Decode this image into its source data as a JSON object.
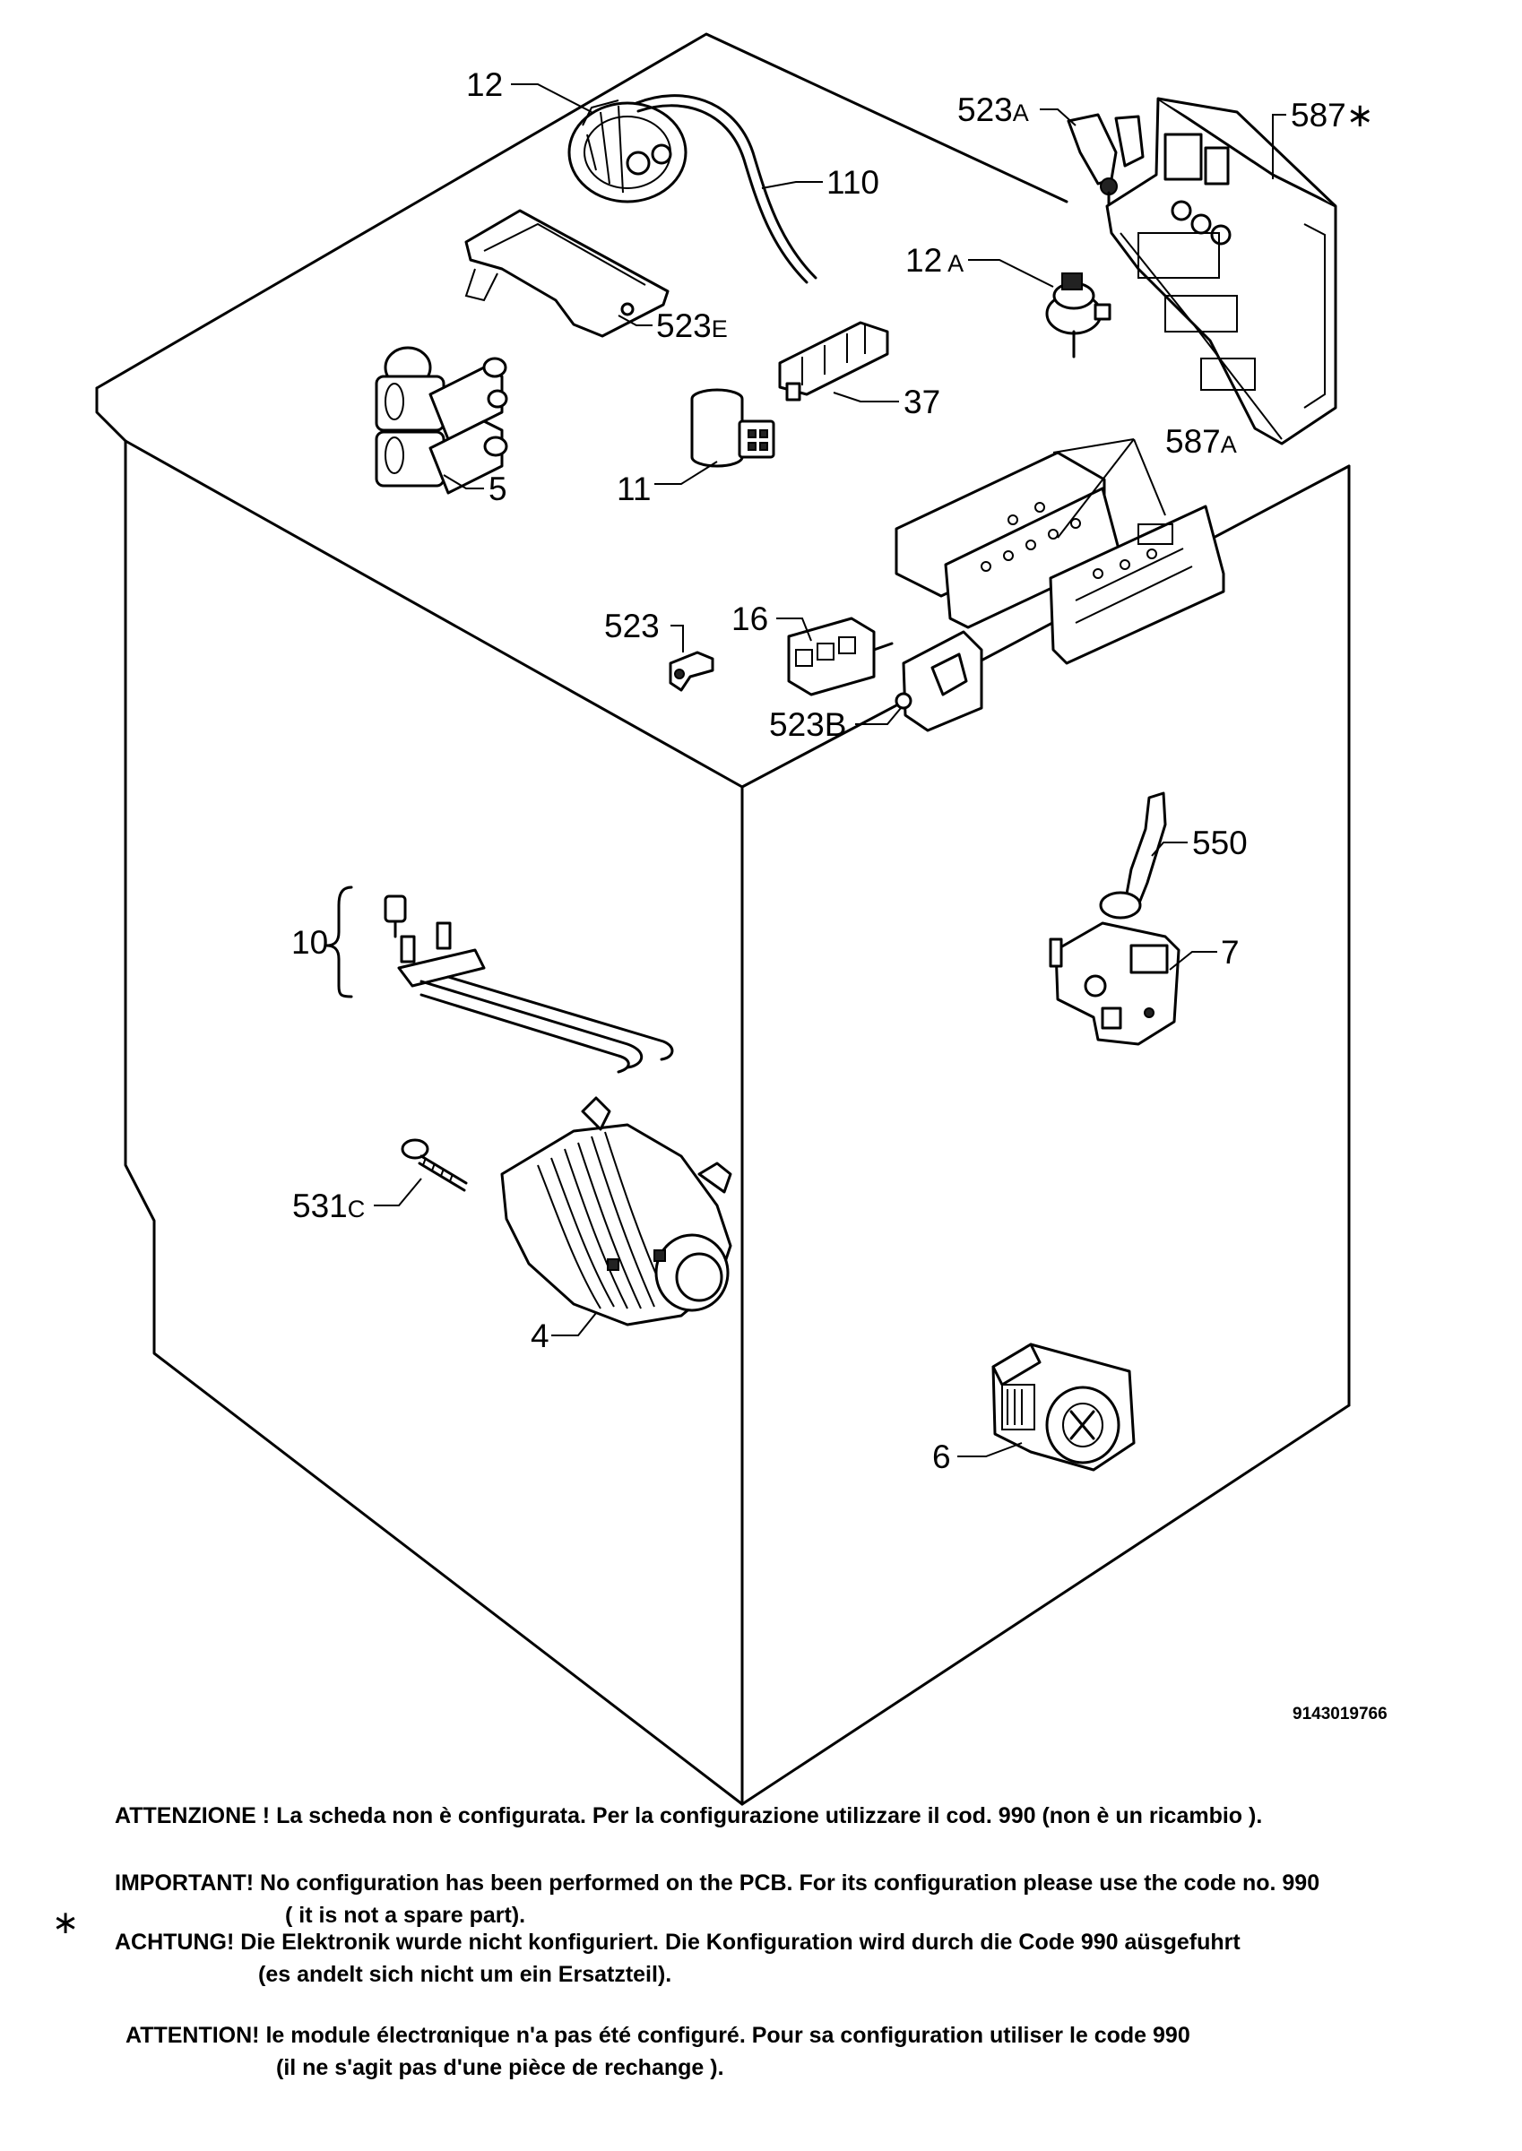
{
  "diagram": {
    "doc_id": "9143019766",
    "parts": [
      {
        "id": "12"
      },
      {
        "id": "110"
      },
      {
        "id": "523E"
      },
      {
        "id": "5"
      },
      {
        "id": "11"
      },
      {
        "id": "37"
      },
      {
        "id": "12A"
      },
      {
        "id": "523A"
      },
      {
        "id": "587*"
      },
      {
        "id": "587A"
      },
      {
        "id": "523"
      },
      {
        "id": "16"
      },
      {
        "id": "523B"
      },
      {
        "id": "10"
      },
      {
        "id": "550"
      },
      {
        "id": "7"
      },
      {
        "id": "531C"
      },
      {
        "id": "4"
      },
      {
        "id": "6"
      }
    ],
    "labels": {
      "p12": "12",
      "p110": "110",
      "p523e_num": "523",
      "p523e_suf": "E",
      "p5": "5",
      "p11": "11",
      "p37": "37",
      "p12a_num": "12",
      "p12a_suf": "A",
      "p523a_num": "523",
      "p523a_suf": "A",
      "p587s": "587",
      "p587a_num": "587",
      "p587a_suf": "A",
      "p523": "523",
      "p16": "16",
      "p523b": "523B",
      "p10": "10",
      "p550": "550",
      "p7": "7",
      "p531c_num": "531",
      "p531c_suf": "C",
      "p4": "4",
      "p6": "6"
    }
  },
  "notes": {
    "star_symbol": "∗",
    "it": "ATTENZIONE ! La scheda non è  configurata. Per la configurazione utilizzare il cod. 990 (non è un ricambio ).",
    "en_1": "IMPORTANT! No configuration has been performed on the PCB. For its configuration please use the code no. 990",
    "en_2": "( it is not a spare part).",
    "de_1": "ACHTUNG! Die Elektronik wurde nicht konfiguriert. Die Konfiguration wird durch die Code 990 aüsgefuhrt",
    "de_2": "(es andelt sich nicht um ein Ersatzteil).",
    "fr_1": "ATTENTION! le module électrαnique n'a pas été configuré. Pour  sa configuration utiliser le code 990",
    "fr_2": "(il ne s'agit pas d'une pièce de rechange )."
  }
}
